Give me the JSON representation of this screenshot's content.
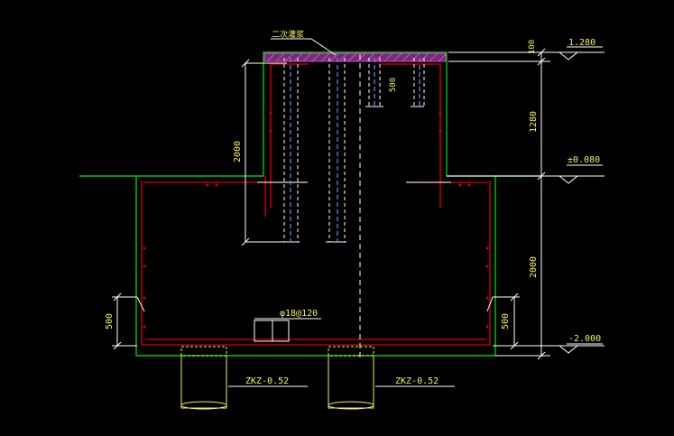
{
  "drawing": {
    "background": "#000000",
    "colors": {
      "outline": "#00c800",
      "rebar": "#e00000",
      "dimension": "#f0f060",
      "white": "#ffffff",
      "pile": "#b0c4ff",
      "grout": "#b040b0",
      "pile_cap": "#f0f060"
    },
    "labels": {
      "grout_note": "二次灌浆",
      "rebar_note": "φ18@120",
      "pile_left": "ZKZ-0.52",
      "pile_right": "ZKZ-0.52"
    },
    "elevations": {
      "top": "1.280",
      "ground": "±0.080",
      "bottom": "-2.000"
    },
    "dimensions": {
      "d100": "100",
      "d1280": "1280",
      "d2000_right": "2000",
      "d2000_left": "2000",
      "d500_bolt": "500",
      "d500_left": "500",
      "d500_right": "500"
    }
  }
}
